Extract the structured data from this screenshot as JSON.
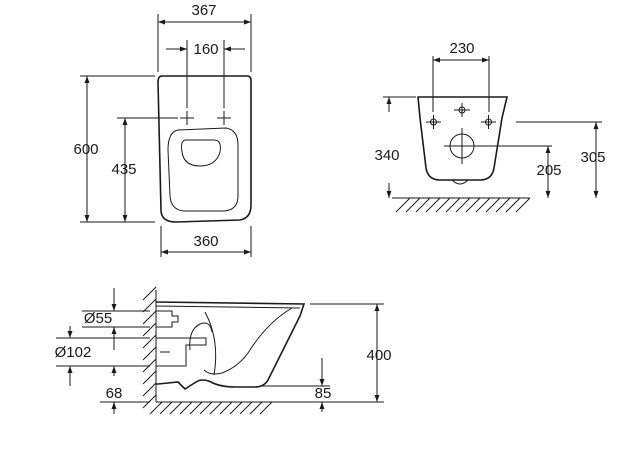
{
  "top_view": {
    "overall_width": "367",
    "fixing_spacing": "160",
    "length": "600",
    "fixing_to_back": "435",
    "seat_width": "360"
  },
  "rear_view": {
    "fixing_spacing": "230",
    "height": "340",
    "outlet_height": "205",
    "fixing_height": "305"
  },
  "side_view": {
    "inlet_diameter": "Ø55",
    "outlet_diameter": "Ø102",
    "outlet_to_floor": "68",
    "rim_height": "400",
    "base_gap": "85"
  }
}
